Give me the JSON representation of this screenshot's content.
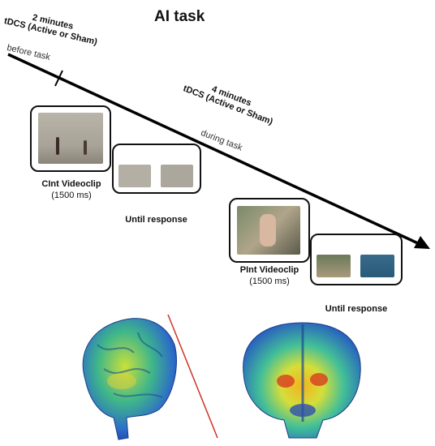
{
  "title": "AI task",
  "tdcs_before": {
    "duration": "2 minutes",
    "condition": "tDCS (Active or Sham)",
    "phase": "before task"
  },
  "tdcs_during": {
    "duration": "4 minutes",
    "condition": "tDCS (Active or Sham)",
    "phase": "during task"
  },
  "cint": {
    "label": "CInt Videoclip",
    "duration": "(1500 ms)"
  },
  "cint_response": {
    "label": "Until response"
  },
  "pint": {
    "label": "PInt Videoclip",
    "duration": "(1500 ms)"
  },
  "pint_response": {
    "label": "Until response"
  },
  "colors": {
    "arrow": "#000000",
    "frame": "#111111",
    "cut_line": "#cc3322"
  },
  "icons": [
    "timeline-arrow",
    "brain-lateral-icon",
    "brain-frontal-icon"
  ]
}
